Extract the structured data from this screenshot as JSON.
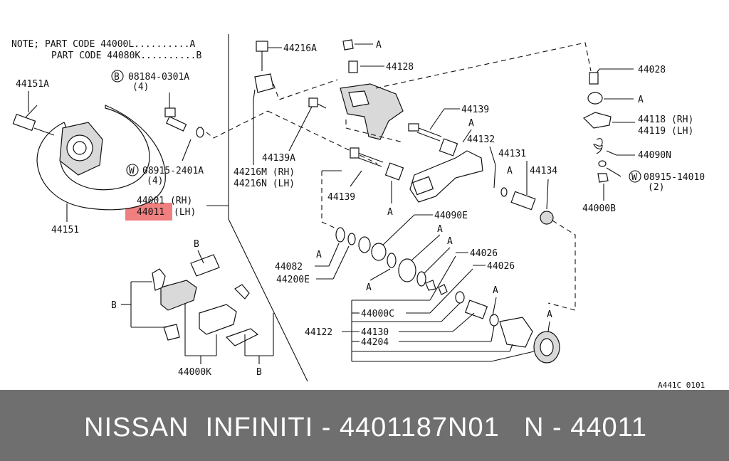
{
  "note": {
    "line1": "NOTE; PART CODE 44000L..........A",
    "line2": "PART CODE 44080K..........B"
  },
  "labels": {
    "p44151A": "44151A",
    "p44151": "44151",
    "b08184": "08184-0301A",
    "b08184_qty": "(4)",
    "w08915a": "08915-2401A",
    "w08915a_qty": "(4)",
    "p44001": "44001 (RH)",
    "p44011": "44011",
    "p44011_side": "(LH)",
    "p44216A": "44216A",
    "p44139A": "44139A",
    "p44216M": "44216M (RH)",
    "p44216N": "44216N (LH)",
    "p44139_upper": "44139",
    "p44139_lower": "44139",
    "p44128": "44128",
    "p44132": "44132",
    "p44131": "44131",
    "p44134": "44134",
    "p44090E": "44090E",
    "p44082": "44082",
    "p44200E": "44200E",
    "p44026a": "44026",
    "p44026b": "44026",
    "p44000C": "44000C",
    "p44122": "44122",
    "p44130": "44130",
    "p44204": "44204",
    "p44000K": "44000K",
    "p44028": "44028",
    "p44118": "44118 (RH)",
    "p44119": "44119 (LH)",
    "p44090N": "44090N",
    "w08915b": "08915-14010",
    "w08915b_qty": "(2)",
    "p44000B": "44000B",
    "ref_a": "A",
    "ref_b": "B",
    "circle_b": "B",
    "circle_w": "W",
    "diagram_code": "A441C 0101"
  },
  "highlight": {
    "color": "#f08080"
  },
  "footer": {
    "brand": "NISSAN  INFINITI - 4401187N01",
    "code": "N - 44011",
    "background": "#6f6f6f"
  }
}
